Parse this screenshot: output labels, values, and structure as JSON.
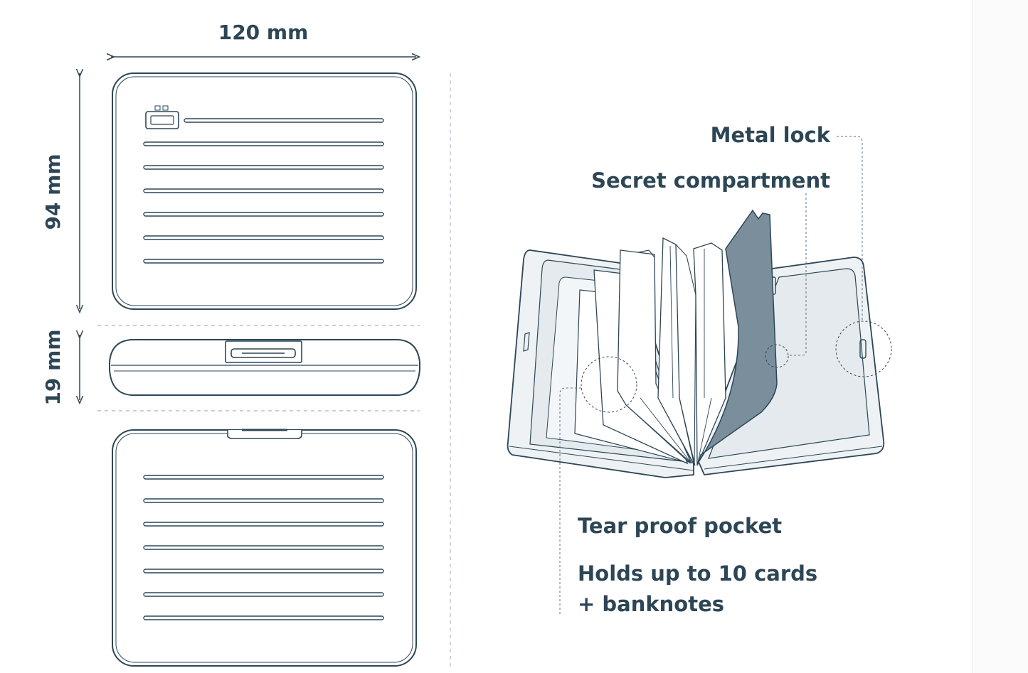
{
  "dimensions": {
    "width": "120 mm",
    "height": "94 mm",
    "depth": "19 mm"
  },
  "features": {
    "metal_lock": "Metal lock",
    "secret_compartment": "Secret compartment",
    "tear_proof_pocket": "Tear proof pocket",
    "capacity_line1": "Holds up to 10 cards",
    "capacity_line2": "+ banknotes"
  },
  "colors": {
    "ink": "#2d4656",
    "panel_fill": "#eef2f4",
    "dark_panel": "#7a8e9b"
  }
}
